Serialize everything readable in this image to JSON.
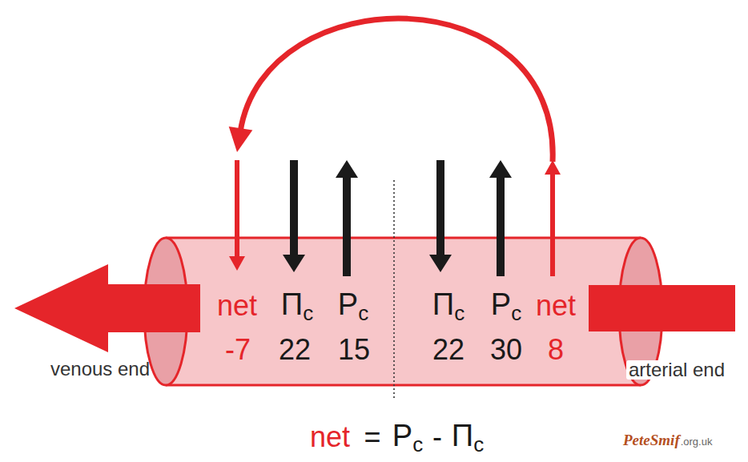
{
  "diagram": {
    "nodes": [
      {
        "text": [
          "net",
          "Πc",
          "Pc",
          "Πc",
          "Pc",
          "net",
          "-7",
          "22",
          "15",
          "22",
          "30",
          "8"
        ]
      }
    ],
    "labels": [
      "venous end",
      "arterial end",
      "net",
      "=",
      "Pc",
      "-",
      "Πc",
      "PeteSmif",
      ".org.uk"
    ]
  }
}
